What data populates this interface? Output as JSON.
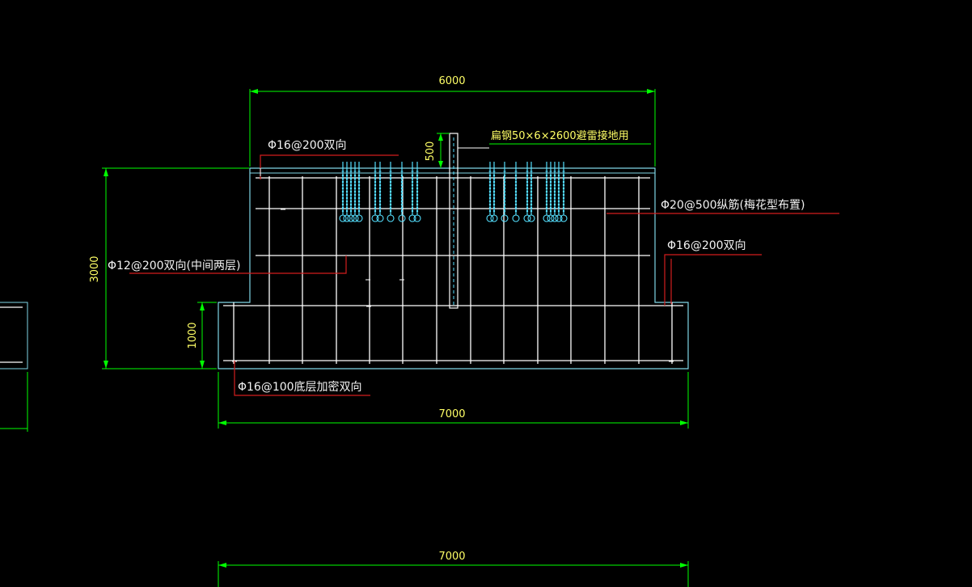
{
  "drawing": {
    "dimensions": {
      "top_width": "6000",
      "bottom_width": "7000",
      "lower_width": "7000",
      "total_height": "3000",
      "base_height": "1000",
      "rod_height": "500"
    },
    "annotations": {
      "top_rebar": "Φ16@200双向",
      "middle_rebar": "Φ12@200双向(中间两层)",
      "right_rebar": "Φ16@200双向",
      "dowel_rebar": "Φ20@500纵筋(梅花型布置)",
      "bottom_rebar": "Φ16@100底层加密双向",
      "grounding": "扁钢50×6×2600避雷接地用"
    },
    "colors": {
      "background": "#000000",
      "outline": "#7fd6e6",
      "rebar": "#ffffff",
      "dimension": "#00ff00",
      "leader": "#d21e1e",
      "anchor_bolt": "#55e0ff",
      "dim_text": "#ffff66"
    }
  }
}
